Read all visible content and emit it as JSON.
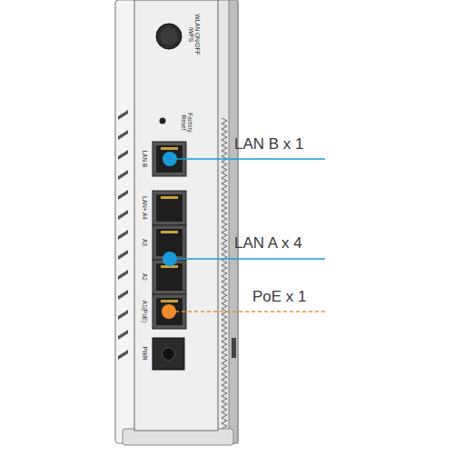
{
  "diagram": {
    "labels": [
      "WLAN ON/OFF /WPS",
      "Factory Reset",
      "LAN B",
      "LAN+ A4",
      "A3",
      "A2",
      "A1(PoE)",
      "PWR",
      "LAN B x 1",
      "LAN A x 4",
      "PoE x 1"
    ]
  }
}
